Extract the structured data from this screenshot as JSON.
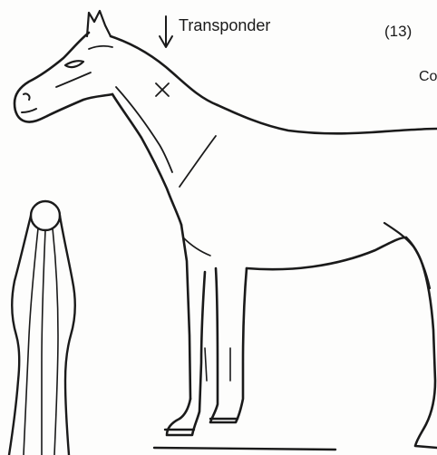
{
  "annotations": {
    "transponder_label": "Transponder",
    "figure_number": "(13)",
    "cropped_edge_text": "Co"
  },
  "colors": {
    "ink": "#1a1a1a",
    "paper": "#fdfdfc"
  },
  "icons": {
    "pointer": "down-arrow-icon",
    "mark": "x-mark-icon"
  }
}
